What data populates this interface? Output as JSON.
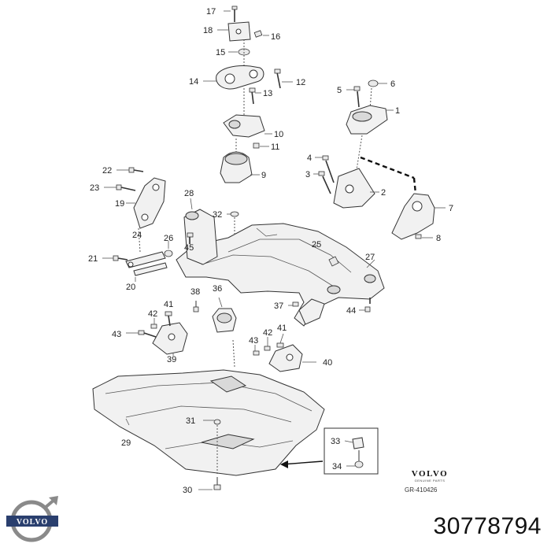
{
  "callouts": [
    {
      "id": "c17",
      "label": "17"
    },
    {
      "id": "c18",
      "label": "18"
    },
    {
      "id": "c16",
      "label": "16"
    },
    {
      "id": "c15",
      "label": "15"
    },
    {
      "id": "c14",
      "label": "14"
    },
    {
      "id": "c12",
      "label": "12"
    },
    {
      "id": "c13",
      "label": "13"
    },
    {
      "id": "c5",
      "label": "5"
    },
    {
      "id": "c6",
      "label": "6"
    },
    {
      "id": "c1",
      "label": "1"
    },
    {
      "id": "c10",
      "label": "10"
    },
    {
      "id": "c11",
      "label": "11"
    },
    {
      "id": "c9",
      "label": "9"
    },
    {
      "id": "c4",
      "label": "4"
    },
    {
      "id": "c3",
      "label": "3"
    },
    {
      "id": "c2",
      "label": "2"
    },
    {
      "id": "c22",
      "label": "22"
    },
    {
      "id": "c23",
      "label": "23"
    },
    {
      "id": "c19",
      "label": "19"
    },
    {
      "id": "c28",
      "label": "28"
    },
    {
      "id": "c32",
      "label": "32"
    },
    {
      "id": "c7",
      "label": "7"
    },
    {
      "id": "c24",
      "label": "24"
    },
    {
      "id": "c26",
      "label": "26"
    },
    {
      "id": "c25",
      "label": "25"
    },
    {
      "id": "c8",
      "label": "8"
    },
    {
      "id": "c45",
      "label": "45"
    },
    {
      "id": "c21",
      "label": "21"
    },
    {
      "id": "c27",
      "label": "27"
    },
    {
      "id": "c20",
      "label": "20"
    },
    {
      "id": "c38",
      "label": "38"
    },
    {
      "id": "c36",
      "label": "36"
    },
    {
      "id": "c37",
      "label": "37"
    },
    {
      "id": "c41a",
      "label": "41"
    },
    {
      "id": "c44",
      "label": "44"
    },
    {
      "id": "c42a",
      "label": "42"
    },
    {
      "id": "c43a",
      "label": "43"
    },
    {
      "id": "c42b",
      "label": "42"
    },
    {
      "id": "c41b",
      "label": "41"
    },
    {
      "id": "c43b",
      "label": "43"
    },
    {
      "id": "c39",
      "label": "39"
    },
    {
      "id": "c40",
      "label": "40"
    },
    {
      "id": "c31",
      "label": "31"
    },
    {
      "id": "c29",
      "label": "29"
    },
    {
      "id": "c33",
      "label": "33"
    },
    {
      "id": "c34",
      "label": "34"
    },
    {
      "id": "c30",
      "label": "30"
    }
  ],
  "brand": {
    "word": "VOLVO",
    "sub": "GENUINE PARTS",
    "ref": "GR-410426"
  },
  "logo_text": "VOLVO",
  "part_number": "30778794"
}
